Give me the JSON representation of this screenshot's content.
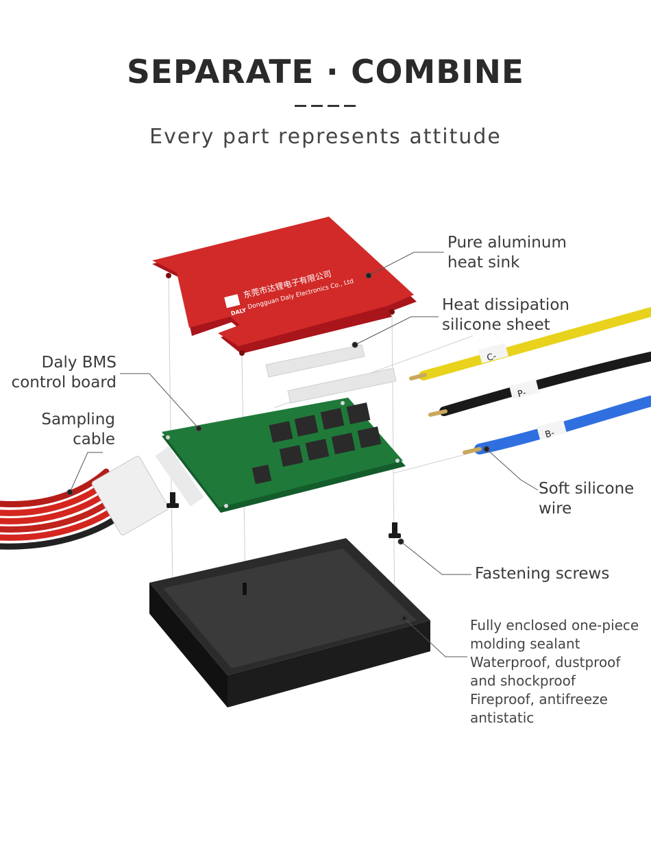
{
  "header": {
    "title": "SEPARATE · COMBINE",
    "subtitle": "Every part represents attitude"
  },
  "heat_sink": {
    "label": [
      "Pure aluminum",
      "heat sink"
    ],
    "brand_cn": "东莞市达锂电子有限公司",
    "brand_en": "Dongguan Daly Electronics Co., Ltd",
    "logo_text": "DALY"
  },
  "silicone_sheet": {
    "label": [
      "Heat dissipation",
      "silicone sheet"
    ]
  },
  "control_board": {
    "label": [
      "Daly BMS",
      "control board"
    ]
  },
  "sampling_cable": {
    "label": [
      "Sampling",
      "cable"
    ]
  },
  "wires": {
    "label": [
      "Soft silicone",
      "wire"
    ],
    "tags": [
      "C-",
      "P-",
      "B-"
    ],
    "colors": [
      "#e8d21c",
      "#1a1a1a",
      "#2f6fe0"
    ]
  },
  "screws": {
    "label": "Fastening screws"
  },
  "enclosure": {
    "features": [
      "Fully enclosed one-piece",
      "molding sealant",
      "Waterproof, dustproof",
      "and shockproof",
      "Fireproof, antifreeze",
      "antistatic"
    ]
  },
  "colors": {
    "heat_sink": "#c8201e",
    "pcb": "#1f7a3a",
    "enclosure": "#1c1c1c",
    "cable_red": "#d4261f"
  }
}
